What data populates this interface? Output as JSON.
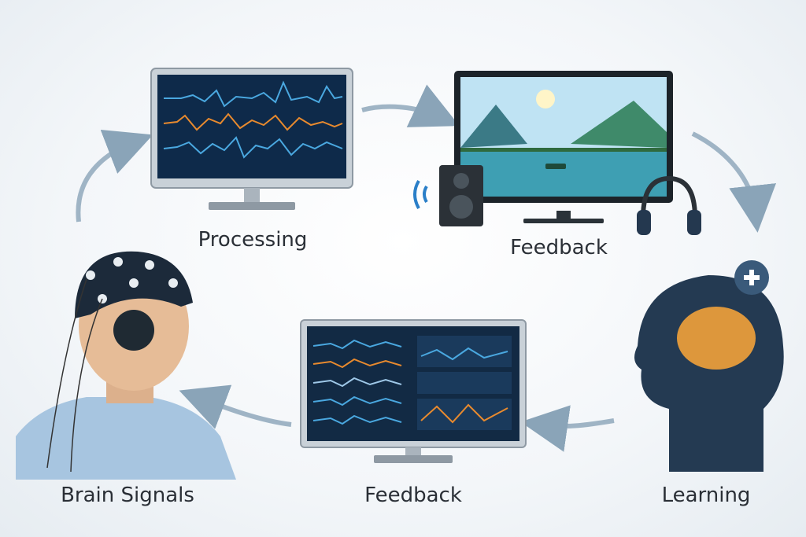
{
  "labels": {
    "processing": "Processing",
    "feedback_top": "Feedback",
    "brain_signals": "Brain Signals",
    "feedback_bottom": "Feedback",
    "learning": "Learning"
  },
  "colors": {
    "wave_blue": "#4aa8e0",
    "wave_orange": "#e88a2e",
    "screen_dark": "#0e2a4a",
    "arrow": "#8aa4b8",
    "brain_glow": "#f2a23a"
  },
  "icons": {
    "cycle_arrows": "curved-arrow-icon",
    "plus": "plus-icon",
    "speaker": "speaker-icon",
    "headphones": "headphones-icon"
  }
}
